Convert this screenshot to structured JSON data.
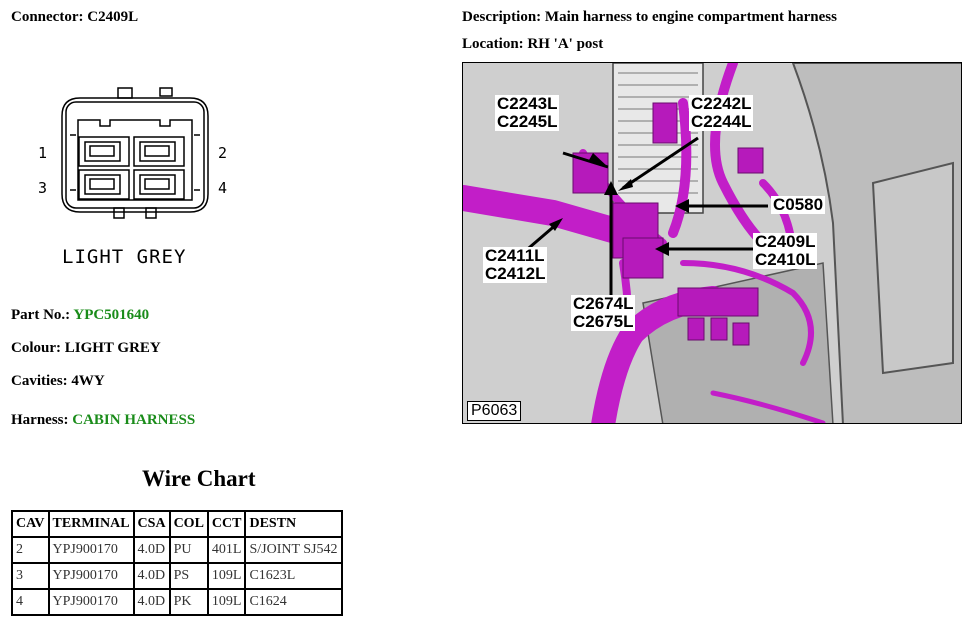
{
  "connector": {
    "label": "Connector:",
    "value": "C2409L"
  },
  "description": {
    "label": "Description:",
    "value": "Main harness to engine compartment harness"
  },
  "location": {
    "label": "Location:",
    "value": "RH 'A' post"
  },
  "diagram": {
    "pins": {
      "p1": "1",
      "p2": "2",
      "p3": "3",
      "p4": "4"
    },
    "colour_text": "LIGHT GREY"
  },
  "part_no": {
    "label": "Part No.:",
    "value": "YPC501640"
  },
  "colour": {
    "label": "Colour:",
    "value": "LIGHT GREY"
  },
  "cavities": {
    "label": "Cavities:",
    "value": "4WY"
  },
  "harness": {
    "label": "Harness:",
    "value": "CABIN HARNESS"
  },
  "photo": {
    "ref": "P6063",
    "callouts": {
      "c2243": "C2243L",
      "c2245": "C2245L",
      "c2242": "C2242L",
      "c2244": "C2244L",
      "c0580": "C0580",
      "c2409": "C2409L",
      "c2410": "C2410L",
      "c2411": "C2411L",
      "c2412": "C2412L",
      "c2674": "C2674L",
      "c2675": "C2675L"
    }
  },
  "wire_chart": {
    "title": "Wire Chart",
    "headers": [
      "CAV",
      "TERMINAL",
      "CSA",
      "COL",
      "CCT",
      "DESTN"
    ],
    "rows": [
      [
        "2",
        "YPJ900170",
        "4.0D",
        "PU",
        "401L",
        "S/JOINT SJ542"
      ],
      [
        "3",
        "YPJ900170",
        "4.0D",
        "PS",
        "109L",
        "C1623L"
      ],
      [
        "4",
        "YPJ900170",
        "4.0D",
        "PK",
        "109L",
        "C1624"
      ]
    ]
  },
  "colors": {
    "link_green": "#1a8c1a",
    "harness_magenta": "#c21ec8"
  }
}
